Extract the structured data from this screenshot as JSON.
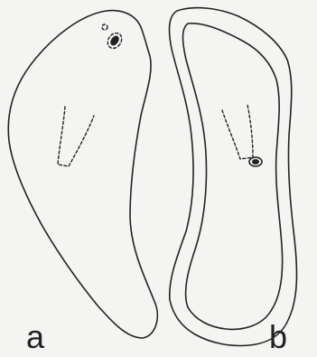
{
  "panels": [
    {
      "id": "a",
      "label": "a",
      "description_icon": "ventral-view-outline"
    },
    {
      "id": "b",
      "label": "b",
      "description_icon": "dorsal-view-outline"
    }
  ],
  "colors": {
    "background": "#f4f4f2",
    "stroke": "#222222"
  }
}
